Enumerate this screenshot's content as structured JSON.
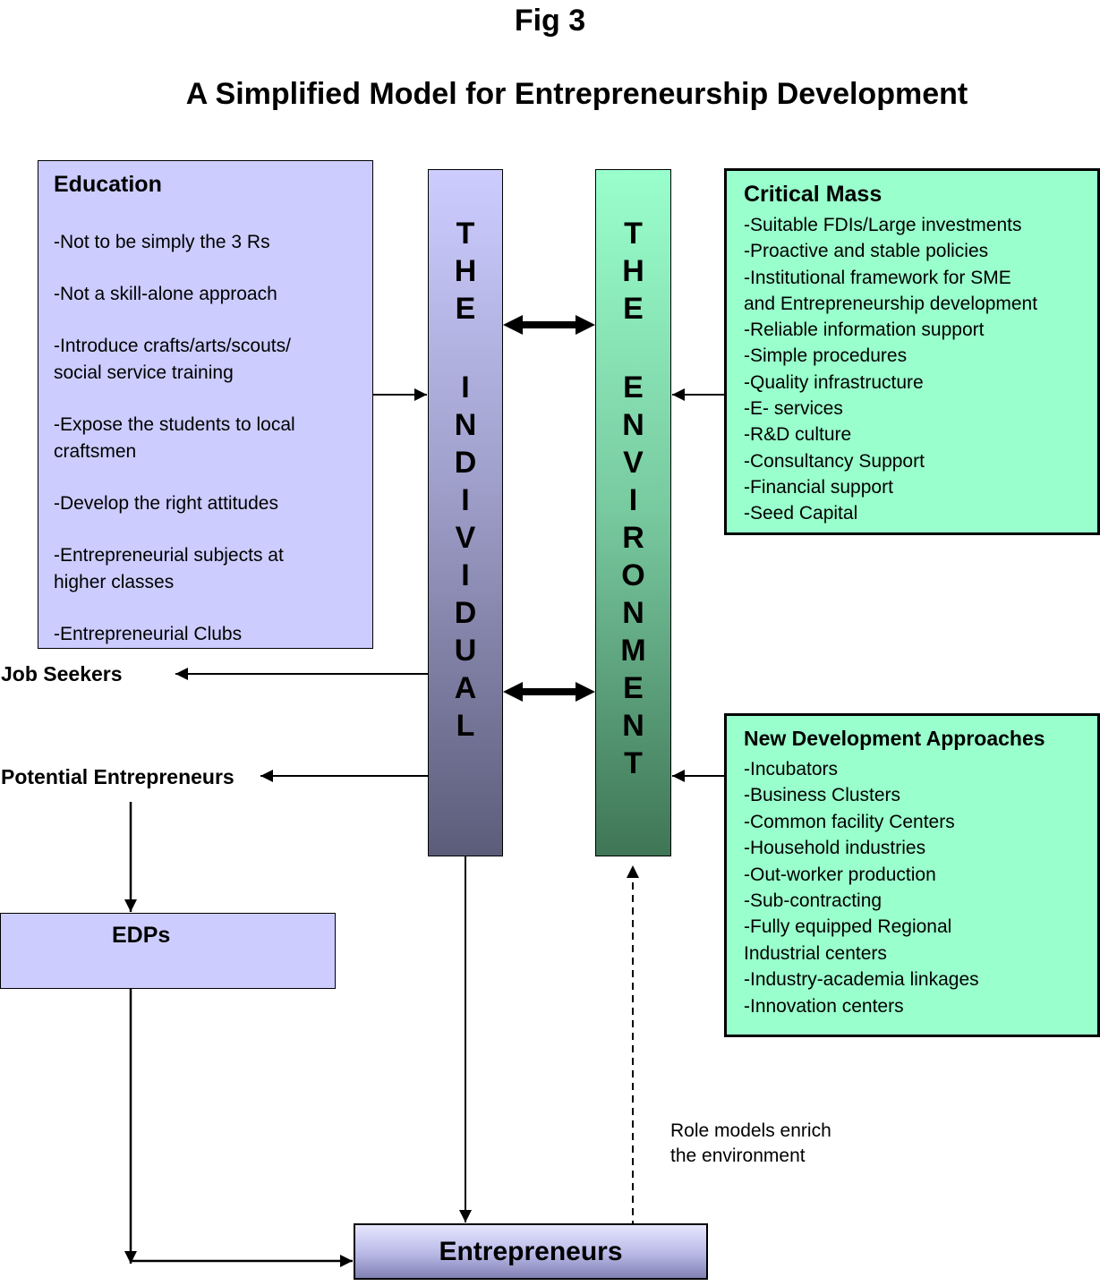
{
  "figure_label": "Fig 3",
  "title": "A Simplified Model for Entrepreneurship Development",
  "education": {
    "title": "Education",
    "items": [
      "-Not to be simply the 3 Rs",
      "-Not a skill-alone approach",
      "-Introduce crafts/arts/scouts/\n social service training",
      "-Expose the students to local\n craftsmen",
      "-Develop the right attitudes",
      "-Entrepreneurial subjects at\n higher classes",
      "-Entrepreneurial Clubs"
    ]
  },
  "individual_column": {
    "letters": [
      "T",
      "H",
      "E",
      "I",
      "N",
      "D",
      "I",
      "V",
      "I",
      "D",
      "U",
      "A",
      "L"
    ]
  },
  "environment_column": {
    "letters": [
      "T",
      "H",
      "E",
      "E",
      "N",
      "V",
      "I",
      "R",
      "O",
      "N",
      "M",
      "E",
      "N",
      "T"
    ]
  },
  "critical_mass": {
    "title": "Critical Mass",
    "items": [
      "-Suitable FDIs/Large investments",
      "-Proactive and stable policies",
      "-Institutional framework for SME\n and Entrepreneurship development",
      "-Reliable information support",
      "-Simple procedures",
      "-Quality infrastructure",
      "-E- services",
      "-R&D culture",
      "-Consultancy Support",
      "-Financial support",
      "-Seed Capital"
    ]
  },
  "new_development": {
    "title": "New Development Approaches",
    "items": [
      "-Incubators",
      "-Business Clusters",
      "-Common facility Centers",
      "-Household industries",
      "-Out-worker production",
      "-Sub-contracting",
      "-Fully equipped Regional\n  Industrial centers",
      "-Industry-academia linkages",
      "-Innovation centers"
    ]
  },
  "job_seekers": "Job Seekers",
  "potential_entrepreneurs": "Potential Entrepreneurs",
  "edps": "EDPs",
  "entrepreneurs": "Entrepreneurs",
  "role_models_note": "Role models enrich\nthe environment",
  "colors": {
    "education_fill": "#ccccff",
    "critical_mass_fill": "#99ffcc",
    "individual_top": "#ccccff",
    "individual_bottom": "#5c5c7a",
    "environment_top": "#99ffcc",
    "environment_bottom": "#3f7656"
  }
}
